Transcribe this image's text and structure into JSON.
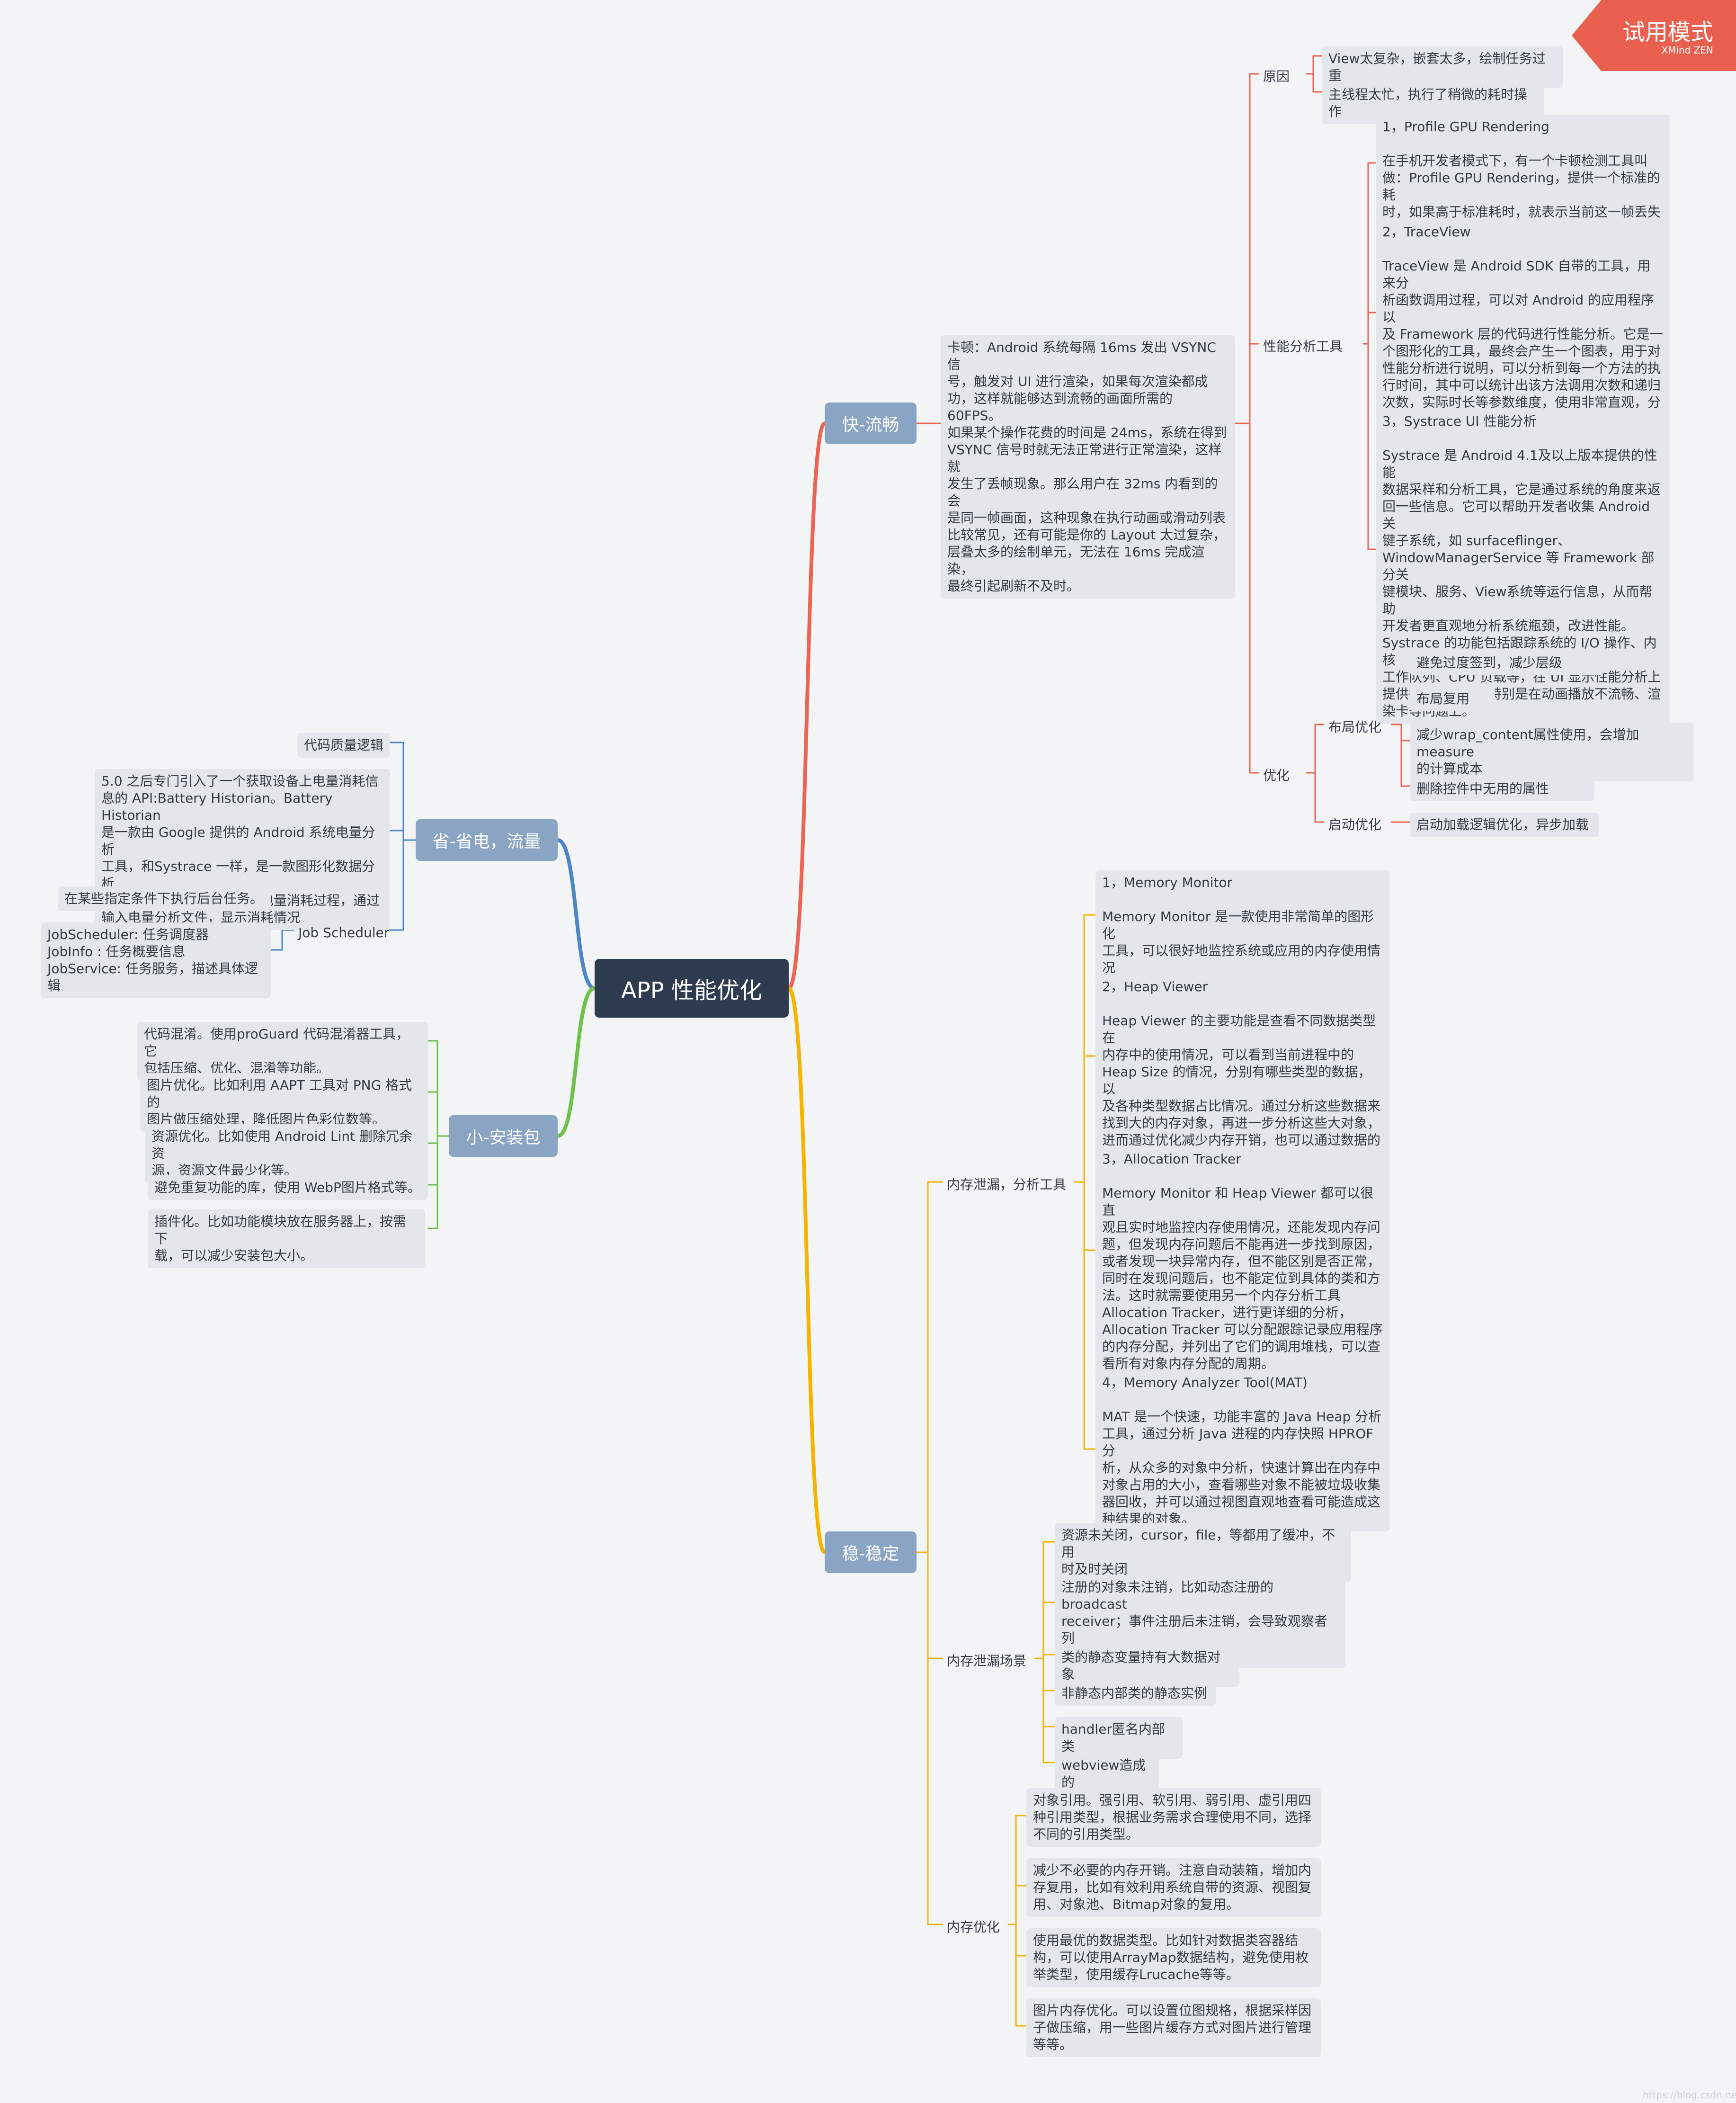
{
  "badge": {
    "title": "试用模式",
    "subtitle": "XMind ZEN"
  },
  "watermark": "https://blog.csdn.net",
  "colors": {
    "root": "#2f3c50",
    "main_topic": "#8aa4c4",
    "sub_topic_bg": "#e3e6ea",
    "branch_fast": "#ec6554",
    "branch_stable": "#f4b400",
    "branch_power": "#4a86c8",
    "branch_small": "#6cc24a",
    "badge": "#e9604f"
  },
  "mindmap": {
    "root": "APP 性能优化",
    "fast": {
      "title": "快-流畅",
      "description": "卡顿：Android 系统每隔 16ms 发出 VSYNC 信\n号，触发对 UI 进行渲染，如果每次渲染都成\n功，这样就能够达到流畅的画面所需的 60FPS。\n如果某个操作花费的时间是 24ms，系统在得到\nVSYNC 信号时就无法正常进行正常渲染，这样就\n发生了丢帧现象。那么用户在 32ms 内看到的会\n是同一帧画面，这种现象在执行动画或滑动列表\n比较常见，还有可能是你的 Layout 太过复杂，\n层叠太多的绘制单元，无法在 16ms 完成渲染，\n最终引起刷新不及时。",
      "cause": {
        "label": "原因",
        "items": [
          "View太复杂，嵌套太多，绘制任务过重",
          "主线程太忙，执行了稍微的耗时操作"
        ]
      },
      "tools": {
        "label": "性能分析工具",
        "items": [
          "1，Profile GPU Rendering\n\n在手机开发者模式下，有一个卡顿检测工具叫\n做：Profile GPU Rendering，提供一个标准的耗\n时，如果高于标准耗时，就表示当前这一帧丢失",
          "2，TraceView\n\nTraceView 是 Android SDK 自带的工具，用来分\n析函数调用过程，可以对 Android 的应用程序以\n及 Framework 层的代码进行性能分析。它是一\n个图形化的工具，最终会产生一个图表，用于对\n性能分析进行说明，可以分析到每一个方法的执\n行时间，其中可以统计出该方法调用次数和递归\n次数，实际时长等参数维度，使用非常直观，分\n析性能非常方便。",
          "3，Systrace UI 性能分析\n\nSystrace 是 Android 4.1及以上版本提供的性能\n数据采样和分析工具，它是通过系统的角度来返\n回一些信息。它可以帮助开发者收集 Android 关\n键子系统，如 surfaceflinger、\nWindowManagerService 等 Framework 部分关\n键模块、服务、View系统等运行信息，从而帮助\n开发者更直观地分析系统瓶颈，改进性能。\nSystrace 的功能包括跟踪系统的 I/O 操作、内核\n工作队列、CPU 负载等，在 UI 显示性能分析上\n提供很好的数据，特别是在动画播放不流畅、渲\n染卡等问题上。"
        ]
      },
      "optimize": {
        "label": "优化",
        "layout": {
          "label": "布局优化",
          "items": [
            "避免过度签到，减少层级",
            "布局复用",
            "减少wrap_content属性使用，会增加measure\n的计算成本",
            "删除控件中无用的属性"
          ]
        },
        "startup": {
          "label": "启动优化",
          "items": [
            "启动加载逻辑优化，异步加载"
          ]
        }
      }
    },
    "power": {
      "title": "省-省电，流量",
      "code_quality": "代码质量逻辑",
      "battery": "5.0 之后专门引入了一个获取设备上电量消耗信\n息的 API:Battery Historian。Battery Historian\n是一款由 Google 提供的 Android 系统电量分析\n工具，和Systrace 一样，是一款图形化数据分析\n工具，直观地展示出手机的电量消耗过程，通过\n输入电量分析文件，显示消耗情况",
      "job": {
        "label": "Job Scheduler",
        "items": [
          "在某些指定条件下执行后台任务。",
          "JobScheduler: 任务调度器\nJobInfo : 任务概要信息\nJobService: 任务服务，描述具体逻辑"
        ]
      }
    },
    "small": {
      "title": "小-安装包",
      "items": [
        "代码混淆。使用proGuard 代码混淆器工具，它\n包括压缩、优化、混淆等功能。",
        "图片优化。比如利用 AAPT 工具对 PNG 格式的\n图片做压缩处理，降低图片色彩位数等。",
        "资源优化。比如使用 Android Lint 删除冗余资\n源，资源文件最少化等。",
        "避免重复功能的库，使用 WebP图片格式等。",
        "插件化。比如功能模块放在服务器上，按需下\n载，可以减少安装包大小。"
      ]
    },
    "stable": {
      "title": "稳-稳定",
      "leak_tools": {
        "label": "内存泄漏，分析工具",
        "items": [
          "1，Memory Monitor\n\nMemory Monitor 是一款使用非常简单的图形化\n工具，可以很好地监控系统或应用的内存使用情\n况",
          "2，Heap Viewer\n\nHeap Viewer 的主要功能是查看不同数据类型在\n内存中的使用情况，可以看到当前进程中的\nHeap Size 的情况，分别有哪些类型的数据，以\n及各种类型数据占比情况。通过分析这些数据来\n找到大的内存对象，再进一步分析这些大对象，\n进而通过优化减少内存开销，也可以通过数据的\n变化发现内存泄漏。",
          "3，Allocation Tracker\n\nMemory Monitor 和 Heap Viewer 都可以很直\n观且实时地监控内存使用情况，还能发现内存问\n题，但发现内存问题后不能再进一步找到原因，\n或者发现一块异常内存，但不能区别是否正常，\n同时在发现问题后，也不能定位到具体的类和方\n法。这时就需要使用另一个内存分析工具\nAllocation Tracker，进行更详细的分析，\nAllocation Tracker 可以分配跟踪记录应用程序\n的内存分配，并列出了它们的调用堆栈，可以查\n看所有对象内存分配的周期。",
          "4，Memory Analyzer Tool(MAT)\n\nMAT 是一个快速，功能丰富的 Java Heap 分析\n工具，通过分析 Java 进程的内存快照 HPROF 分\n析，从众多的对象中分析，快速计算出在内存中\n对象占用的大小，查看哪些对象不能被垃圾收集\n器回收，并可以通过视图直观地查看可能造成这\n种结果的对象。"
        ]
      },
      "leak_scenes": {
        "label": "内存泄漏场景",
        "items": [
          "资源未关闭，cursor，file，等都用了缓冲，不用\n时及时关闭",
          "注册的对象未注销，比如动态注册的broadcast\nreceiver；事件注册后未注销，会导致观察者列\n表中维持着对象的引用",
          "类的静态变量持有大数据对象",
          "非静态内部类的静态实例",
          "handler匿名内部类",
          "webview造成的"
        ]
      },
      "memory_opt": {
        "label": "内存优化",
        "items": [
          "对象引用。强引用、软引用、弱引用、虚引用四\n种引用类型，根据业务需求合理使用不同，选择\n不同的引用类型。",
          "减少不必要的内存开销。注意自动装箱，增加内\n存复用，比如有效利用系统自带的资源、视图复\n用、对象池、Bitmap对象的复用。",
          "使用最优的数据类型。比如针对数据类容器结\n构，可以使用ArrayMap数据结构，避免使用枚\n举类型，使用缓存Lrucache等等。",
          "图片内存优化。可以设置位图规格，根据采样因\n子做压缩，用一些图片缓存方式对图片进行管理\n等等。"
        ]
      }
    }
  }
}
